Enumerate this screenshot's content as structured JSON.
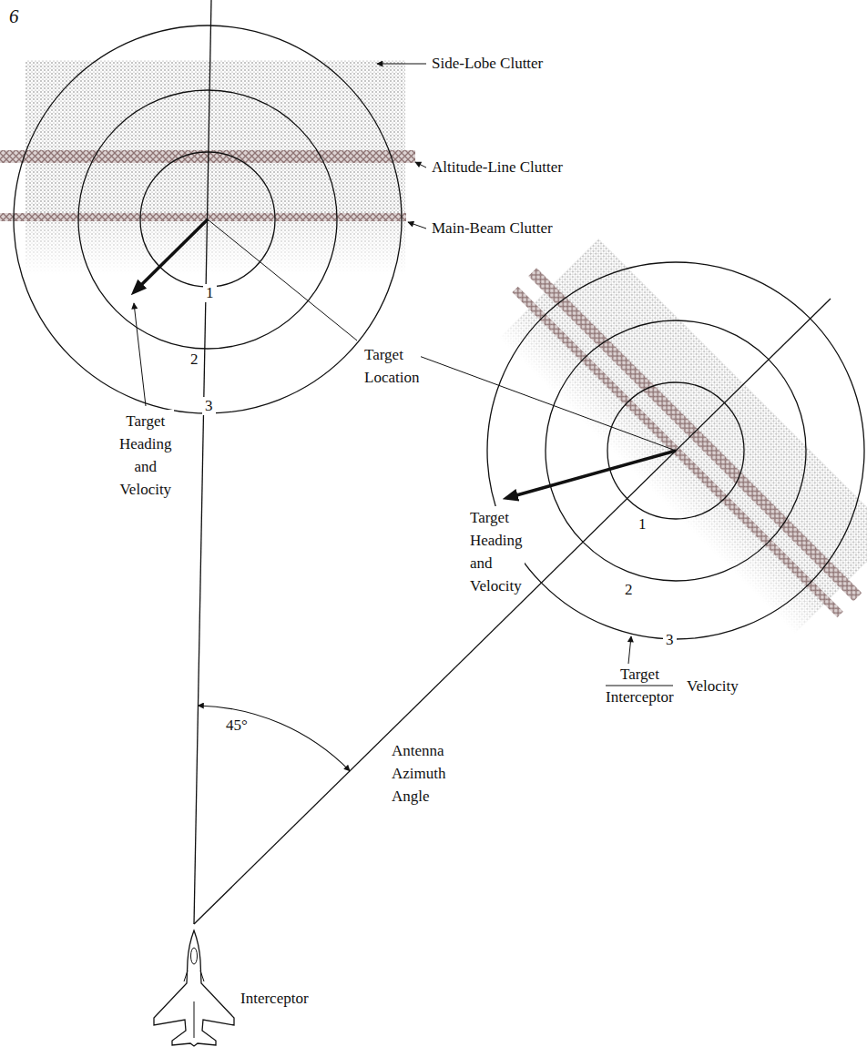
{
  "diagram": {
    "labels": [
      "6",
      "Side-Lobe Clutter",
      "Altitude-Line Clutter",
      "Main-Beam Clutter",
      "1",
      "2",
      "3",
      "Target Heading and Velocity",
      "Target Location",
      "Target Heading and Velocity",
      "1",
      "2",
      "3",
      "Target",
      "Interceptor",
      "Velocity",
      "45°",
      "Antenna Azimuth Angle",
      "Interceptor"
    ]
  }
}
